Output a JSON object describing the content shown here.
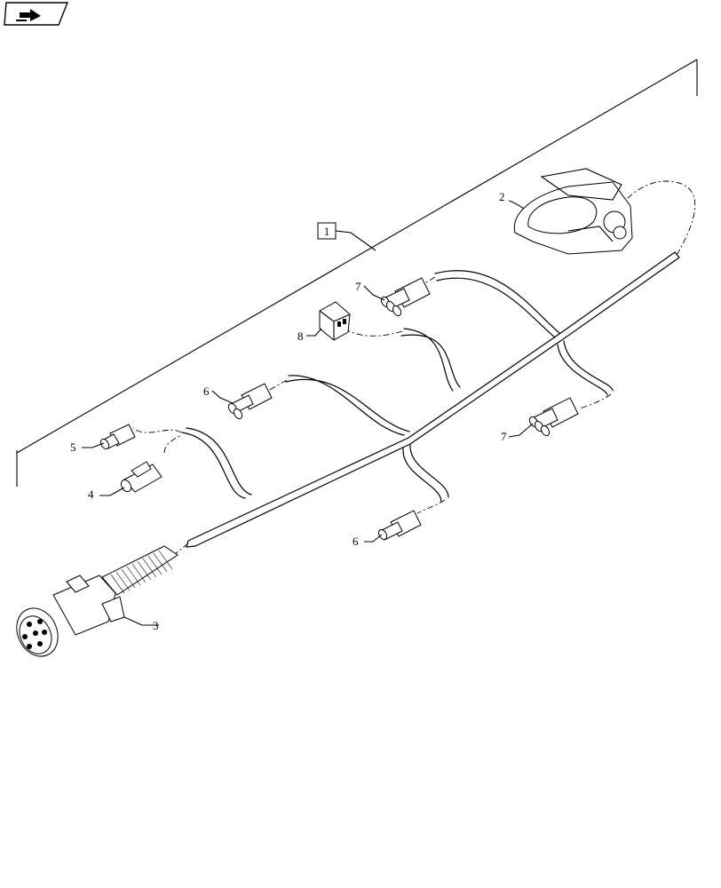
{
  "nav_icon": {
    "name": "page-flip-arrow-icon",
    "color": "#000000"
  },
  "assembly_callout": "1",
  "callouts": {
    "c2": "2",
    "c3": "3",
    "c4": "4",
    "c5": "5",
    "c6_upper": "6",
    "c6_lower": "6",
    "c7_upper": "7",
    "c7_right": "7",
    "c8": "8"
  }
}
